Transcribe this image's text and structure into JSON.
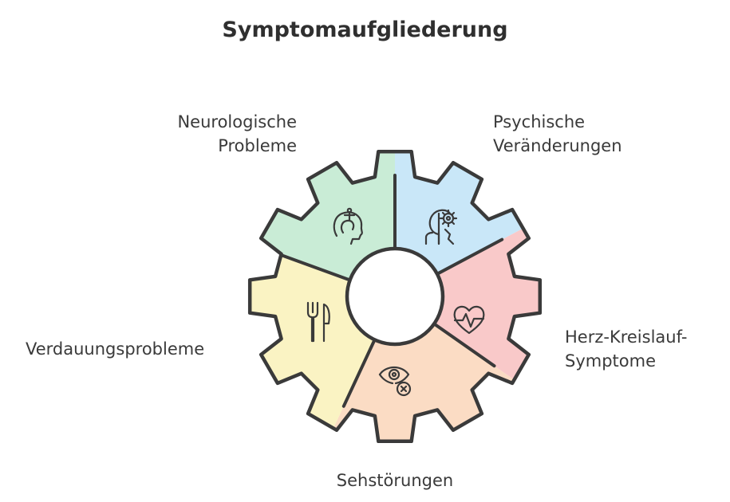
{
  "title": "Symptomaufgliederung",
  "segments": [
    {
      "label": "Neurologische\nProbleme",
      "icon": "brain-head-icon",
      "color": "#c9ecd6"
    },
    {
      "label": "Psychische\nVeränderungen",
      "icon": "head-gear-icon",
      "color": "#c9e7f8"
    },
    {
      "label": "Herz-Kreislauf-\nSymptome",
      "icon": "heartbeat-icon",
      "color": "#f9c9c9"
    },
    {
      "label": "Sehstörungen",
      "icon": "eye-x-icon",
      "color": "#fbdcc4"
    },
    {
      "label": "Verdauungsprobleme",
      "icon": "fork-knife-icon",
      "color": "#faf3c3"
    }
  ]
}
